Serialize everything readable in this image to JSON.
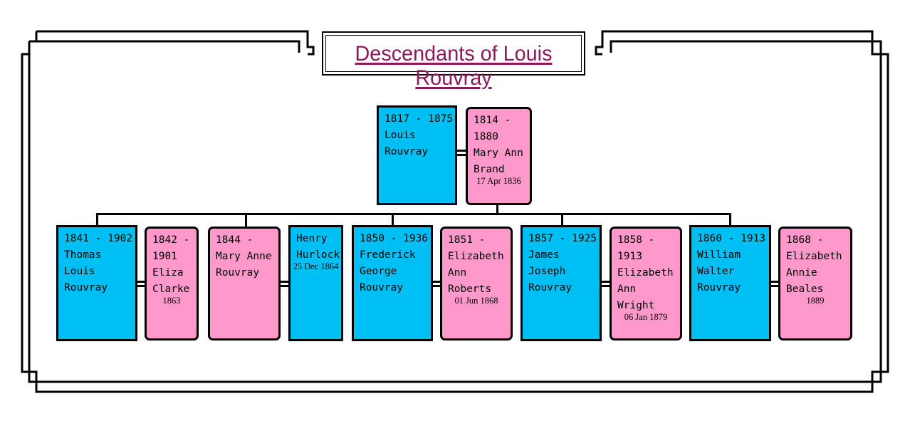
{
  "title": "Descendants of Louis Rouvray",
  "colors": {
    "male": "#00BFF3",
    "female": "#FF99CC",
    "title": "#8B1A5A"
  },
  "root": {
    "person": {
      "lines": [
        "1817 - 1875",
        "Louis",
        "Rouvray"
      ],
      "sex": "male"
    },
    "spouse": {
      "lines": [
        "1814 -",
        "1880",
        "Mary Ann",
        "Brand"
      ],
      "marriage": "17 Apr 1836",
      "sex": "female"
    }
  },
  "children": [
    {
      "lines": [
        "1841 - 1902",
        "Thomas",
        "Louis",
        "Rouvray"
      ],
      "sex": "male"
    },
    {
      "lines": [
        "1842 -",
        "1901",
        "Eliza",
        "Clarke"
      ],
      "marriage": "1863",
      "sex": "female"
    },
    {
      "lines": [
        "1844 -",
        "Mary Anne",
        "Rouvray"
      ],
      "sex": "female"
    },
    {
      "lines": [
        "Henry",
        "Hurlock"
      ],
      "marriage": "25 Dec 1864",
      "sex": "male"
    },
    {
      "lines": [
        "1850 - 1936",
        "Frederick",
        "George",
        "Rouvray"
      ],
      "sex": "male"
    },
    {
      "lines": [
        "1851 -",
        "Elizabeth",
        "Ann",
        "Roberts"
      ],
      "marriage": "01 Jun 1868",
      "sex": "female"
    },
    {
      "lines": [
        "1857 - 1925",
        "James",
        "Joseph",
        "Rouvray"
      ],
      "sex": "male"
    },
    {
      "lines": [
        "1858 -",
        "1913",
        "Elizabeth",
        "Ann",
        "Wright"
      ],
      "marriage": "06 Jan 1879",
      "sex": "female"
    },
    {
      "lines": [
        "1860 - 1913",
        "William",
        "Walter",
        "Rouvray"
      ],
      "sex": "male"
    },
    {
      "lines": [
        "1868 -",
        "Elizabeth",
        "Annie",
        "Beales"
      ],
      "marriage": "1889",
      "sex": "female"
    }
  ]
}
